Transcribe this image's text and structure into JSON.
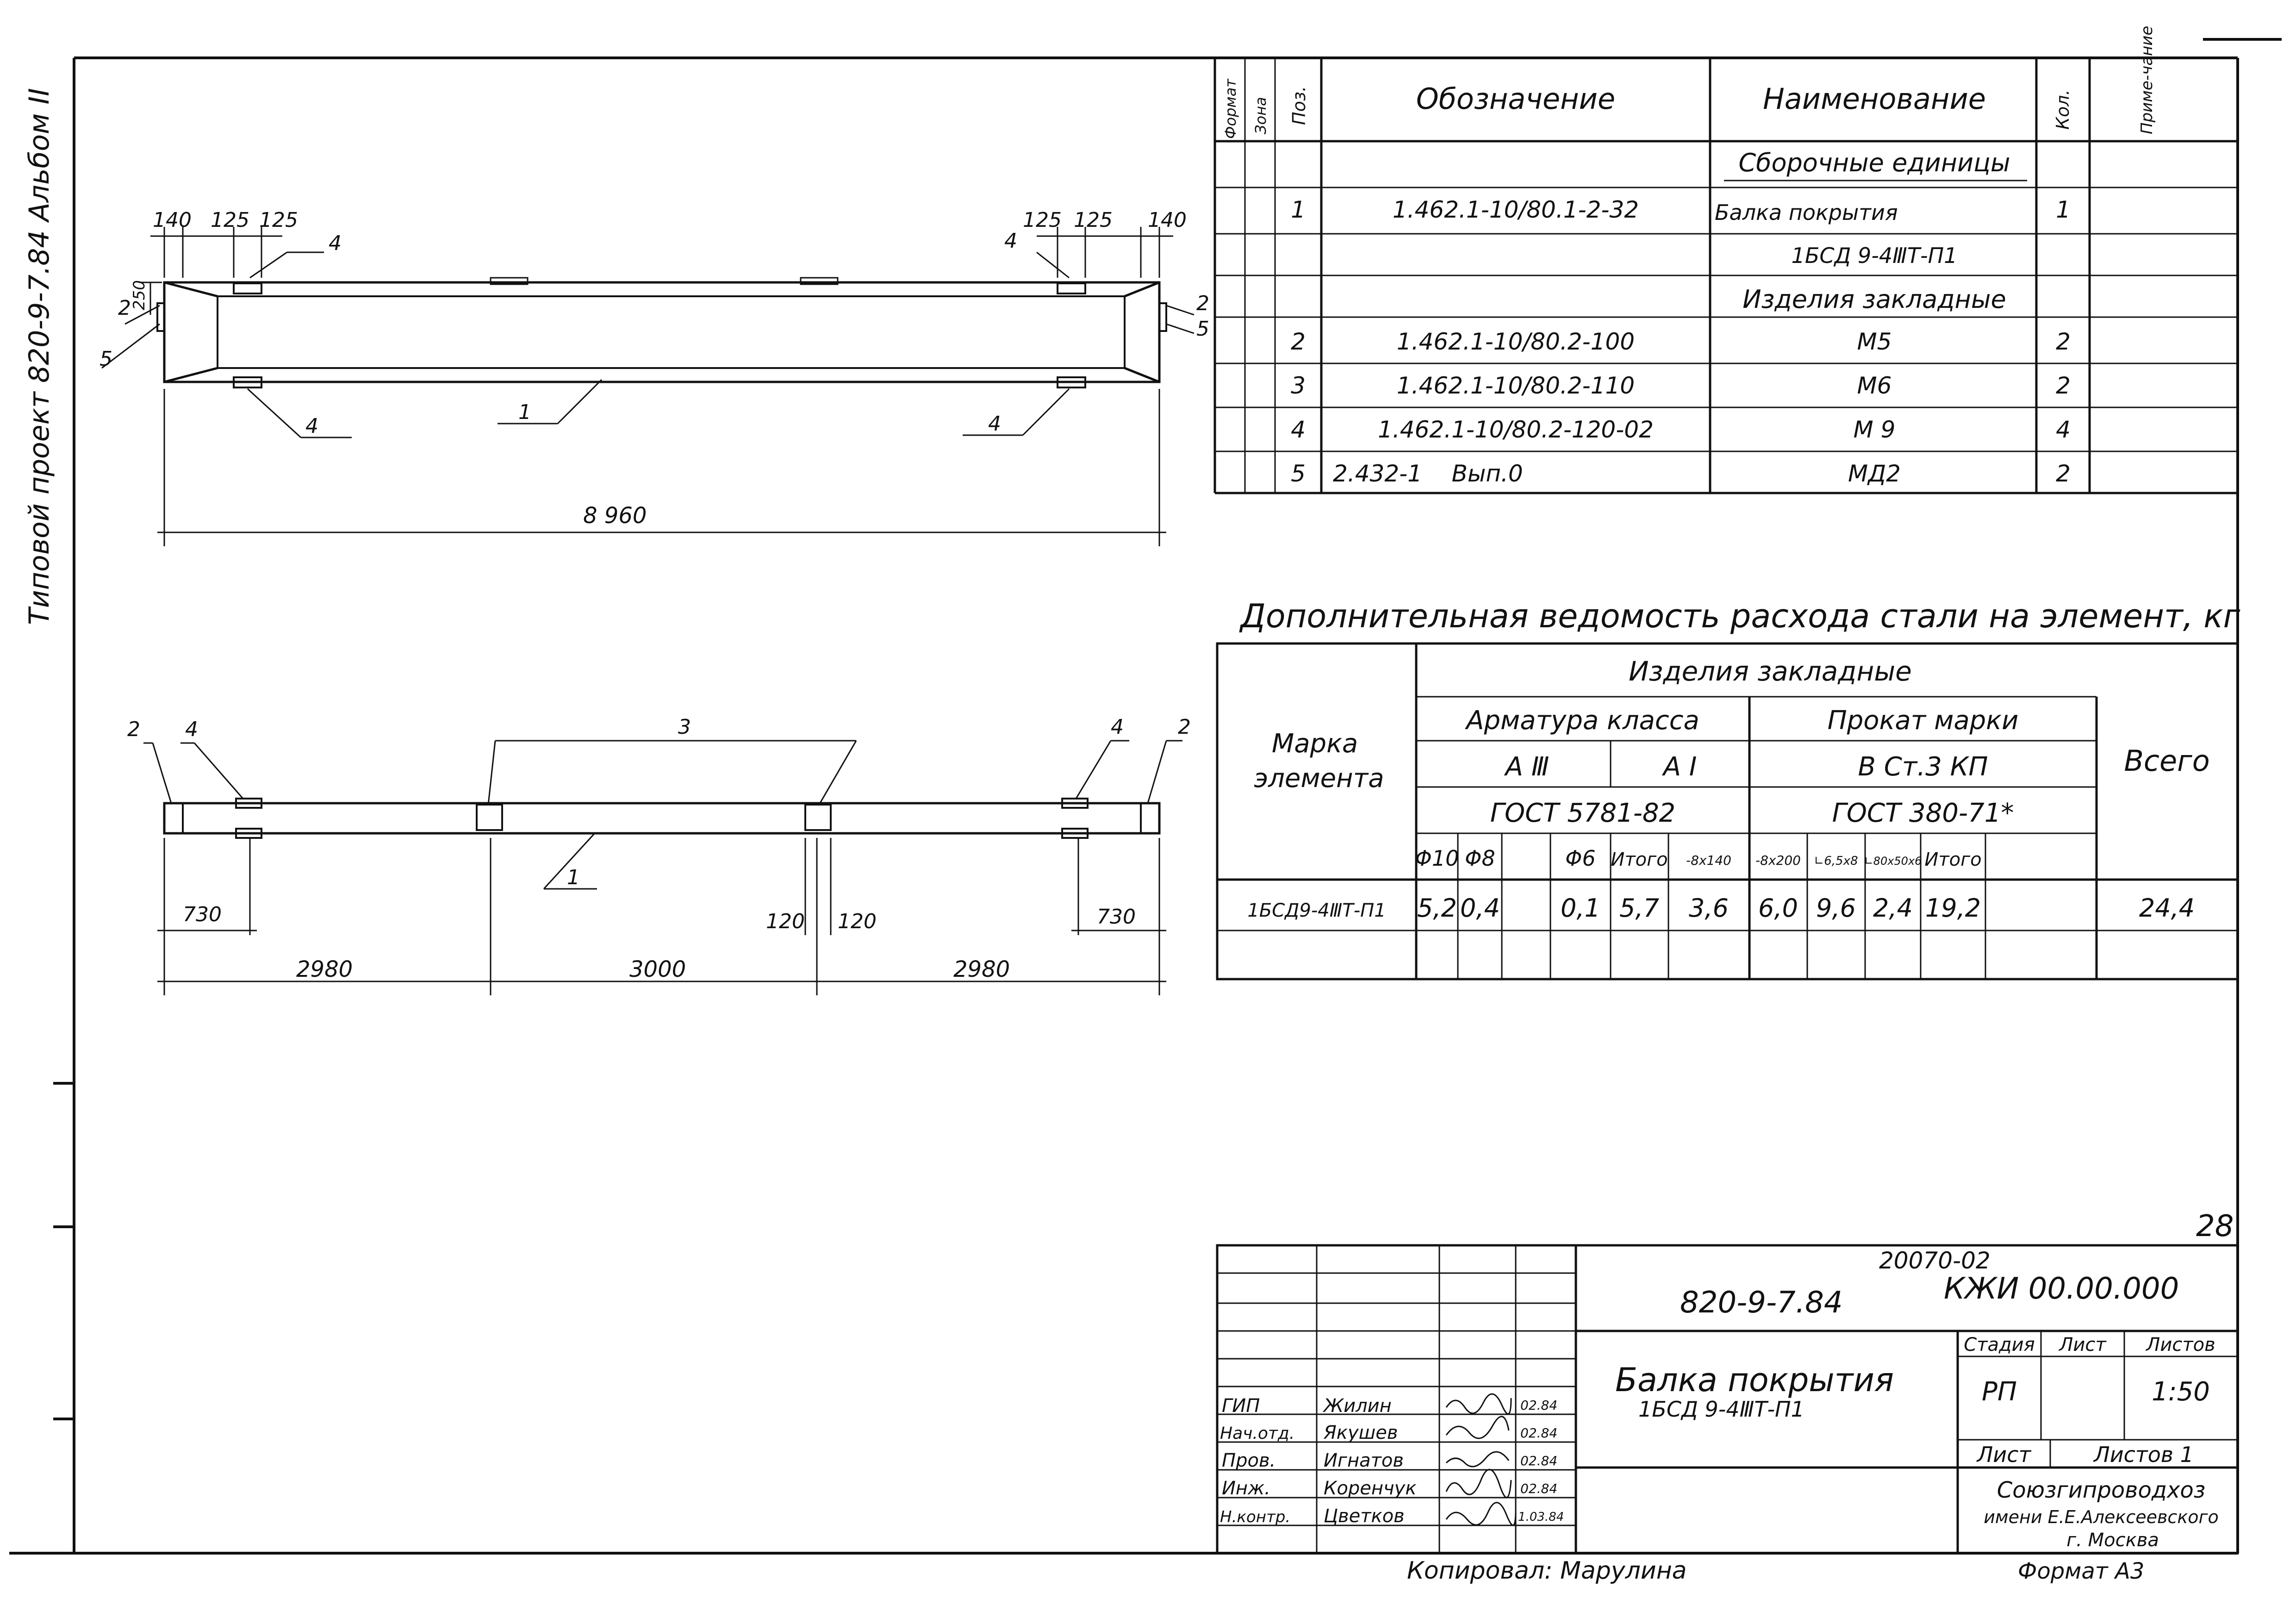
{
  "side_text": "Типовой проект 820-9-7.84 Альбом II",
  "spec_table": {
    "headers": {
      "format": "Формат",
      "zone": "Зона",
      "pos": "Поз.",
      "designation": "Обозначение",
      "name": "Наименование",
      "qty": "Кол.",
      "note": "Приме-чание"
    },
    "section_assembly": "Сборочные единицы",
    "section_embedded": "Изделия закладные",
    "rows": [
      {
        "pos": "1",
        "designation": "1.462.1-10/80.1-2-32",
        "name": "Балка покрытия",
        "qty": "1"
      },
      {
        "pos": "",
        "designation": "",
        "name": "1БСД 9-4ⅢТ-П1",
        "qty": ""
      },
      {
        "pos": "2",
        "designation": "1.462.1-10/80.2-100",
        "name": "М5",
        "qty": "2"
      },
      {
        "pos": "3",
        "designation": "1.462.1-10/80.2-110",
        "name": "М6",
        "qty": "2"
      },
      {
        "pos": "4",
        "designation": "1.462.1-10/80.2-120-02",
        "name": "М 9",
        "qty": "4"
      },
      {
        "pos": "5",
        "designation": "2.432-1    Вып.0",
        "name": "МД2",
        "qty": "2"
      }
    ]
  },
  "steel_title": "Дополнительная ведомость расхода стали на элемент, кг",
  "steel_table": {
    "mark_header": "Марка элемента",
    "embedded": "Изделия закладные",
    "armature_class": "Арматура класса",
    "rolled_mark": "Прокат марки",
    "class_a3": "А Ⅲ",
    "class_a1": "А Ⅰ",
    "rolled_grade": "В Ст.3 КП",
    "gost_armature": "ГОСТ 5781-82",
    "gost_rolled": "ГОСТ 380-71*",
    "total": "Всего",
    "cols": [
      "Φ10",
      "Φ8",
      "",
      "Φ6",
      "Итого",
      "-8x140",
      "-8x200",
      "∟6,5x8",
      "∟80x50x6",
      "Итого"
    ],
    "row": {
      "mark": "1БСД9-4ⅢТ-П1",
      "values": [
        "5,2",
        "0,4",
        "",
        "0,1",
        "5,7",
        "3,6",
        "6,0",
        "9,6",
        "2,4",
        "19,2"
      ],
      "total": "24,4"
    }
  },
  "drawing_top": {
    "dims": [
      "140",
      "125",
      "125",
      "125",
      "125",
      "140",
      "250",
      "8 960"
    ],
    "callouts": [
      "4",
      "4",
      "2",
      "5",
      "2",
      "5",
      "4",
      "1",
      "4"
    ]
  },
  "drawing_bottom": {
    "dims": [
      "730",
      "120",
      "120",
      "730",
      "2980",
      "3000",
      "2980"
    ],
    "callouts": [
      "2",
      "4",
      "3",
      "4",
      "2",
      "1"
    ]
  },
  "title_block": {
    "project_code": "20070-02",
    "sheet_num": "28",
    "doc_number": "820-9-7.84",
    "doc_code": "КЖИ 00.00.000",
    "title": "Балка покрытия",
    "subtitle": "1БСД 9-4ⅢТ-П1",
    "stage_h": "Стадия",
    "sheet_h": "Лист",
    "sheets_h": "Листов",
    "stage": "РП",
    "scale": "1:50",
    "sheet_label": "Лист",
    "sheets_label": "Листов 1",
    "org1": "Союзгипроводхоз",
    "org2": "имени Е.Е.Алексеевского",
    "org3": "г. Москва",
    "people": [
      {
        "role": "ГИП",
        "name": "Жилин",
        "date": "02.84"
      },
      {
        "role": "Нач.отд.",
        "name": "Якушев",
        "date": "02.84"
      },
      {
        "role": "Пров.",
        "name": "Игнатов",
        "date": "02.84"
      },
      {
        "role": "Инж.",
        "name": "Коренчук",
        "date": "02.84"
      },
      {
        "role": "Н.контр.",
        "name": "Цветков",
        "date": "1.03.84"
      }
    ]
  },
  "copied": "Копировал: Марулина",
  "format": "Формат А3"
}
